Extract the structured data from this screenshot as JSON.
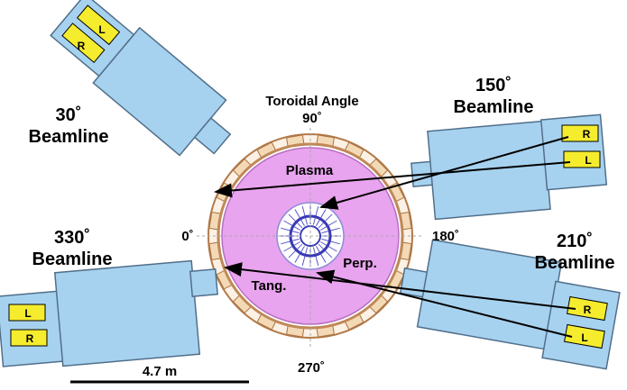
{
  "header": {
    "title": "Toroidal Angle",
    "top_angle": "90˚"
  },
  "angles": {
    "left": "0˚",
    "right": "180˚",
    "bottom": "270˚"
  },
  "beamlines": [
    {
      "angle": "30˚",
      "word": "Beamline",
      "sources": [
        "R",
        "L"
      ]
    },
    {
      "angle": "150˚",
      "word": "Beamline",
      "sources": [
        "R",
        "L"
      ]
    },
    {
      "angle": "330˚",
      "word": "Beamline",
      "sources": [
        "L",
        "R"
      ]
    },
    {
      "angle": "210˚",
      "word": "Beamline",
      "sources": [
        "R",
        "L"
      ]
    }
  ],
  "regions": {
    "plasma": "Plasma",
    "perp": "Perp.",
    "tang": "Tang."
  },
  "scale": {
    "label": "4.7 m"
  },
  "colors": {
    "plasma": "#e8a4ee",
    "injector": "#a7d2ef",
    "source": "#f5ec2e",
    "vessel": "#d9a679"
  }
}
